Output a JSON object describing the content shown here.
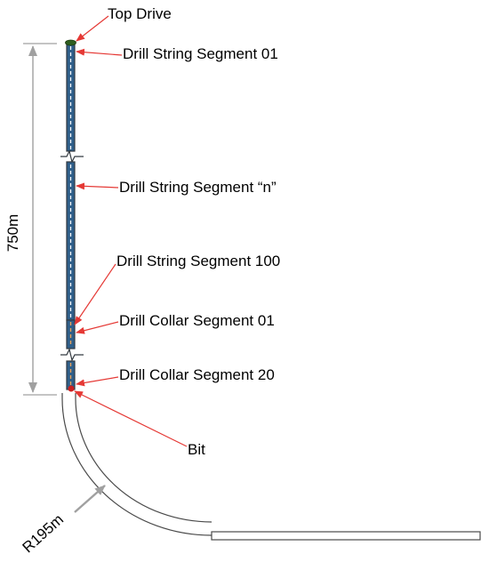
{
  "labels": {
    "top_drive": "Top Drive",
    "segment_01": "Drill String Segment 01",
    "segment_n": "Drill String Segment “n”",
    "segment_100": "Drill String Segment 100",
    "collar_01": "Drill Collar Segment 01",
    "collar_20": "Drill Collar Segment 20",
    "bit": "Bit"
  },
  "dimensions": {
    "vertical_length": "750m",
    "bend_radius": "R195m"
  },
  "colors": {
    "pointer": "#e53935",
    "pipe_outline": "#333a40",
    "pipe_inner": "#2f5f8a",
    "string_dash": "#ffffff",
    "collar_dash": "#e8a35c",
    "top_drive": "#2e5e1f",
    "bit": "#cc1f1f",
    "dimension": "#a0a0a0"
  }
}
